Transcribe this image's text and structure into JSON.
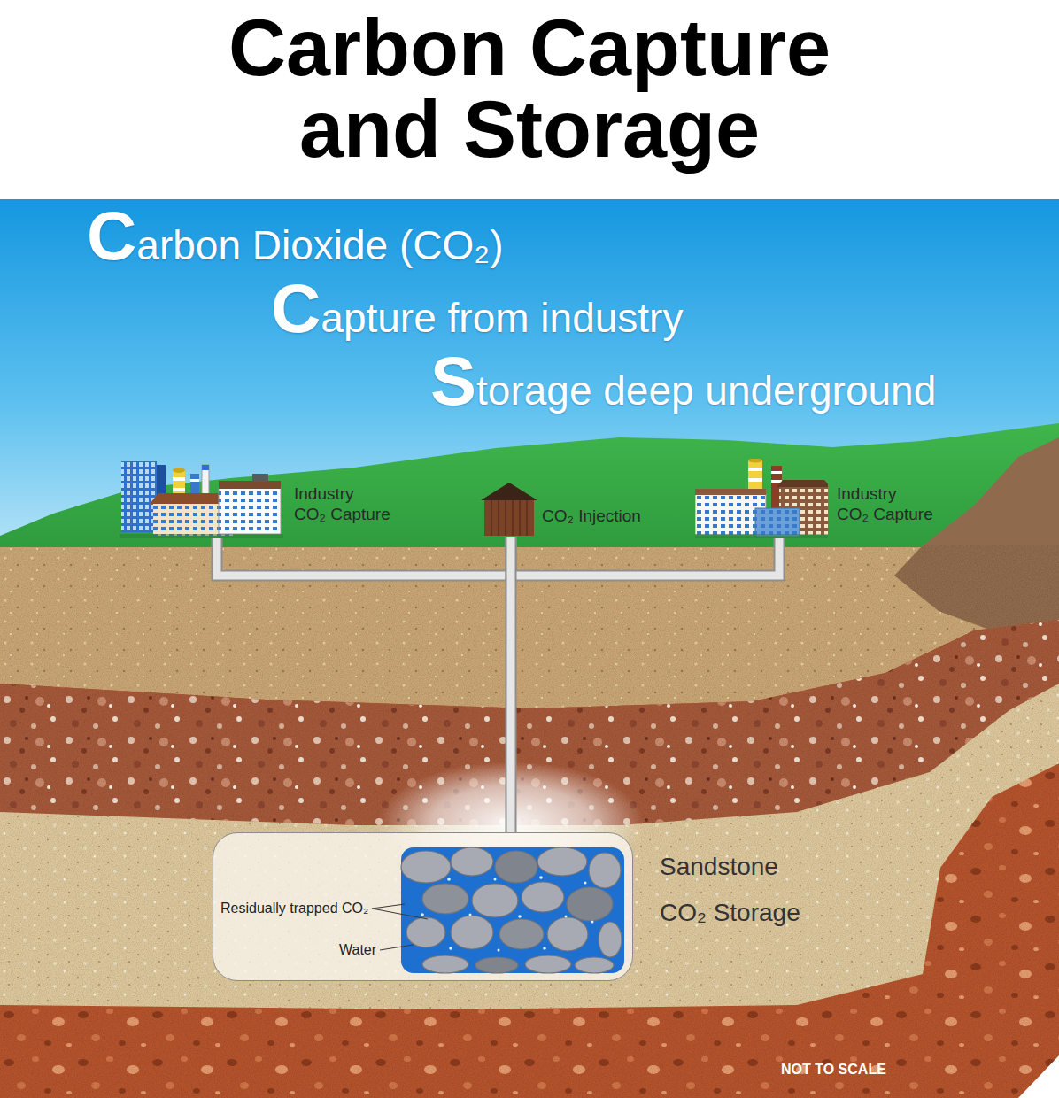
{
  "diagram": {
    "title": "Carbon Capture and Storage",
    "nodes": [
      {
        "text": [
          "Industry CO₂ Capture"
        ]
      },
      {
        "text": [
          "CO₂ Injection"
        ]
      },
      {
        "text": [
          "Industry CO₂ Capture"
        ]
      },
      {
        "text": [
          "Residually trapped CO₂",
          "Water"
        ]
      }
    ],
    "edges": [
      {
        "from": 0,
        "to": 1,
        "arrow": "none"
      },
      {
        "from": 2,
        "to": 1,
        "arrow": "none"
      },
      {
        "from": 1,
        "to": 3,
        "arrow": "none"
      }
    ],
    "labels": [
      "Carbon Dioxide (CO₂)",
      "Capture from industry",
      "Storage deep underground",
      "Sandstone",
      "CO₂ Storage",
      "NOT TO SCALE"
    ]
  }
}
